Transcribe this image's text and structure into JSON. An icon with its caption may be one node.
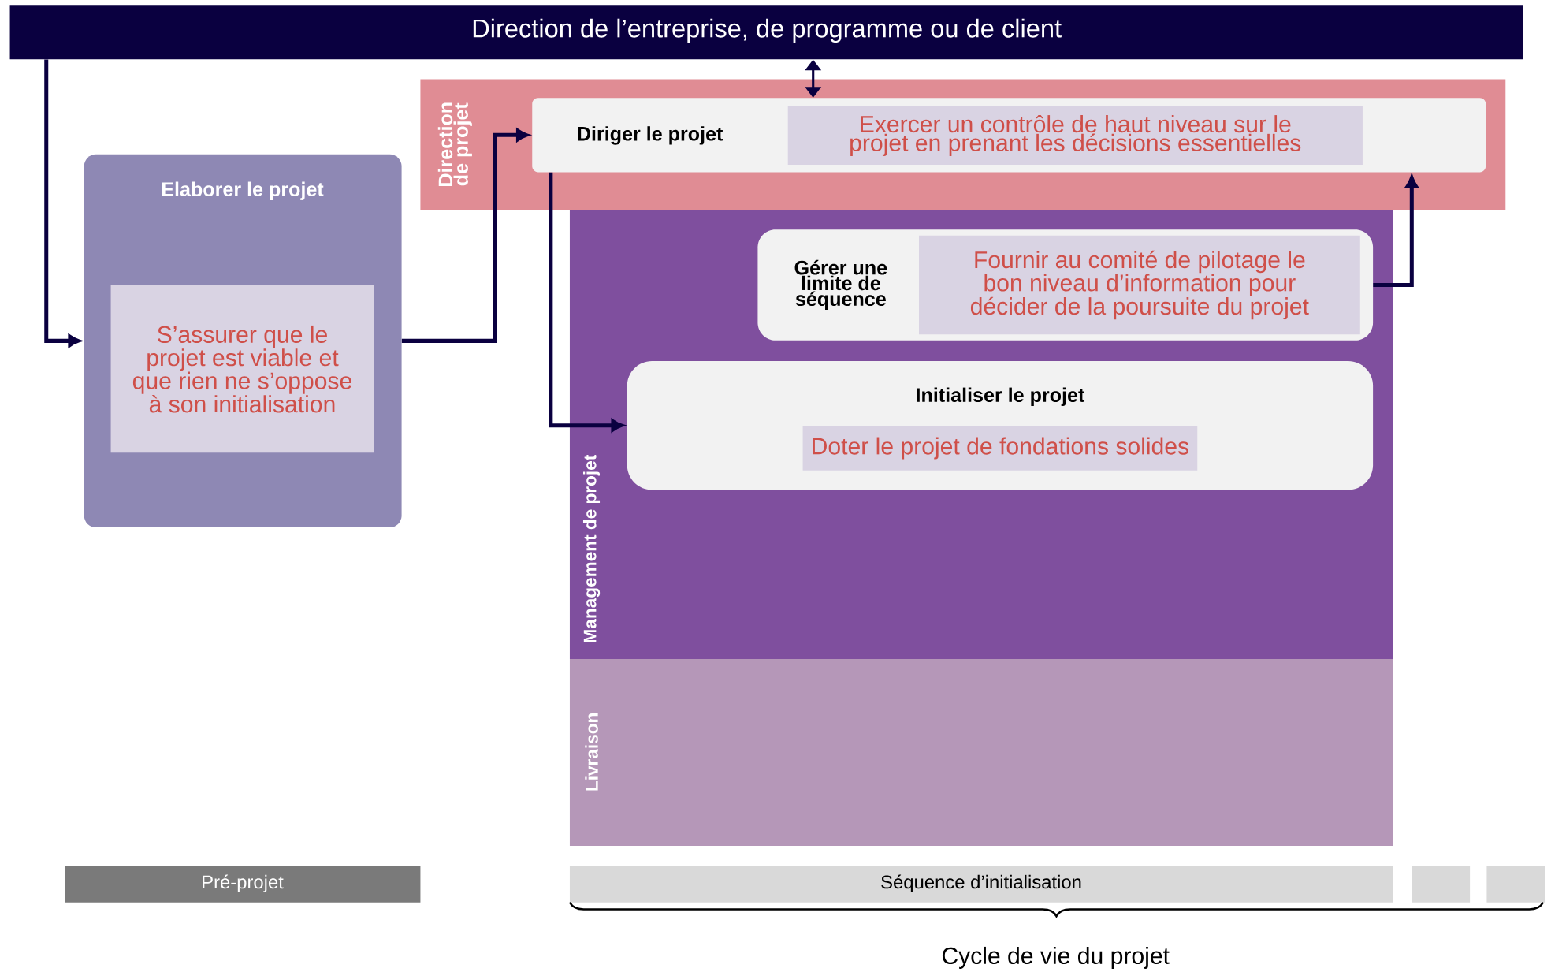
{
  "diagram": {
    "nodes": [
      {
        "text": [
          "Direction de l’entreprise, de programme ou de client"
        ]
      },
      {
        "text": [
          "Direction de projet"
        ]
      },
      {
        "text": [
          "Diriger le projet",
          "Exercer un contrôle de haut niveau sur le projet en prenant les décisions essentielles"
        ],
        "in": 1
      },
      {
        "text": [
          "Management de projet"
        ]
      },
      {
        "text": [
          "Gérer une limite de séquence",
          "Fournir au comité de pilotage le bon niveau d’information pour décider de la poursuite du projet"
        ],
        "in": 3
      },
      {
        "text": [
          "Initialiser le projet",
          "Doter le projet de fondations solides"
        ],
        "in": 3
      },
      {
        "text": [
          "Livraison"
        ]
      },
      {
        "text": [
          "Elaborer le projet",
          "S’assurer que le projet est viable et que rien ne s’oppose à son initialisation"
        ]
      },
      {
        "text": [
          "Pré-projet"
        ]
      },
      {
        "text": [
          "Séquence d’initialisation"
        ]
      },
      {
        "text": [],
        "shape": "box"
      },
      {
        "text": [],
        "shape": "box"
      }
    ],
    "edges": [
      {
        "from": 0,
        "to": 7,
        "arrow": "to"
      },
      {
        "from": 7,
        "to": 2,
        "arrow": "to"
      },
      {
        "from": 0,
        "to": 2,
        "arrow": "both"
      },
      {
        "from": 2,
        "to": 5,
        "arrow": "to"
      },
      {
        "from": 4,
        "to": 2,
        "arrow": "to"
      }
    ],
    "labels": [
      "Cycle de vie du projet"
    ]
  }
}
